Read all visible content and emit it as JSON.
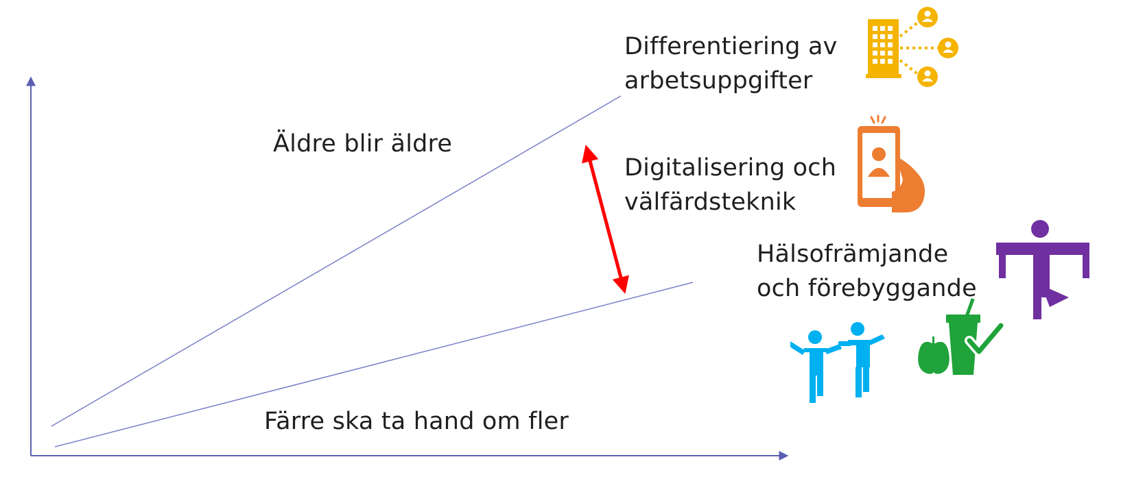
{
  "labels": {
    "older": "Äldre blir äldre",
    "fewer": "Färre ska ta hand om fler",
    "differentiation": [
      "Differentiering av",
      "arbetsuppgifter"
    ],
    "digitalization": [
      "Digitalisering och",
      "välfärdsteknik"
    ],
    "health": [
      "Hälsofrämjande",
      "och förebyggande"
    ]
  },
  "colors": {
    "axis": "#5b5fb0",
    "trend_line": "#7a7fc8",
    "gap_arrow": "#ff0000",
    "building_icon": "#f4b400",
    "phone_icon": "#ed7d31",
    "yoga_icon": "#7030a0",
    "dancers_icon": "#00b0f0",
    "nutrition_icon": "#1fa33a",
    "text": "#1f1f1f"
  },
  "icons": {
    "differentiation": "building-network-icon",
    "digitalization": "phone-person-icon",
    "yoga": "yoga-person-icon",
    "dancers": "dancing-people-icon",
    "nutrition": "apple-drink-check-icon"
  }
}
